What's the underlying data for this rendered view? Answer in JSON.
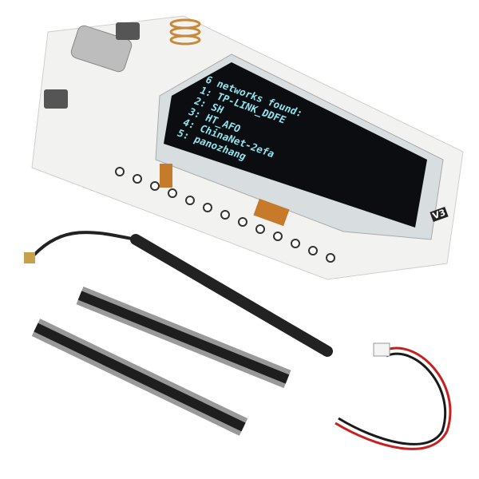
{
  "oled": {
    "header": "6 networks found:",
    "lines": [
      "1: TP-LINK_DDFE",
      "2: SH",
      "3: HT_AFO",
      "4: ChinaNet-2efa",
      "5: panozhang"
    ]
  },
  "board": {
    "version_label": "V3"
  },
  "colors": {
    "board": "#f2f2f0",
    "screen": "#0b0d10",
    "oled_text": "#8fe3ee",
    "wire_red": "#c62020",
    "wire_black": "#1a1a1a"
  }
}
